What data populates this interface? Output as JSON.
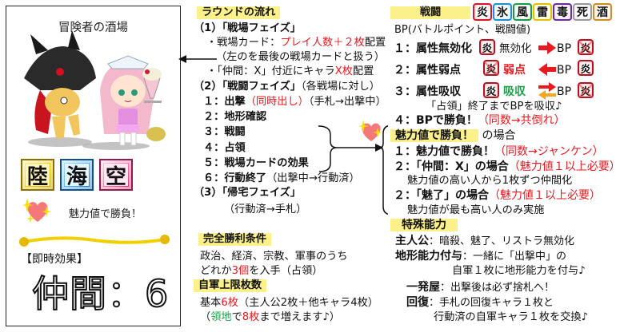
{
  "card": {
    "title": "冒険者の酒場",
    "art_description": "chibi-characters-illustration",
    "terrains": [
      {
        "label": "陸",
        "color": "#e8c800"
      },
      {
        "label": "海",
        "color": "#49a9e6"
      },
      {
        "label": "空",
        "color": "#f4689f"
      }
    ],
    "charm_text": "魅力値で勝負！",
    "effect_label": "【即時効果】",
    "effect_value": "仲間：6"
  },
  "round_flow": {
    "heading": "ラウンドの流れ",
    "phase1": {
      "title": "（1）「戦場フェイズ」",
      "item1_prefix": "・戦場カード：",
      "item1_red": "プレイ人数＋２枚",
      "item1_suffix": "配置",
      "note": "（左のを最後の戦場カードと扱う）",
      "item2_prefix": "・「仲間：X」付近にキャラ",
      "item2_red": "X枚",
      "item2_suffix": "配置"
    },
    "phase2": {
      "title": "（2）「戦闘フェイズ」",
      "title_note": "（各戦場に対し）",
      "steps": [
        {
          "label": "１：出撃",
          "red": "（同時出し）",
          "note": "（手札→出撃中）"
        },
        {
          "label": "２：地形確認"
        },
        {
          "label": "３：戦闘"
        },
        {
          "label": "４：占領"
        },
        {
          "label": "５：戦場カードの効果"
        },
        {
          "label": "６：行動終了",
          "note": "（出撃中→行動済）"
        }
      ]
    },
    "phase3": {
      "title": "（3）「帰宅フェイズ」",
      "note": "（行動済→手札）"
    }
  },
  "victory": {
    "heading": "完全勝利条件",
    "line1": "政治、経済、宗教、軍事のうち",
    "line2_prefix": "どれか",
    "line2_red": "3個",
    "line2_suffix": "を入手（占領）"
  },
  "army_limit": {
    "heading": "自軍上限枚数",
    "line1_prefix": "基本",
    "line1_red": "6枚",
    "line1_suffix": "（主人公2枚＋他キャラ4枚）",
    "line2_prefix": "（",
    "line2_green": "領地",
    "line2_mid": "で",
    "line2_red": "8枚",
    "line2_suffix": "まで増えます♪）"
  },
  "battle": {
    "heading": "戦闘",
    "attributes": [
      {
        "label": "炎",
        "name": "fire",
        "color": "#d8182a"
      },
      {
        "label": "氷",
        "name": "ice",
        "color": "#1f8ed9"
      },
      {
        "label": "風",
        "name": "wind",
        "color": "#1c9a48"
      },
      {
        "label": "雷",
        "name": "thunder",
        "color": "#e0c000"
      },
      {
        "label": "毒",
        "name": "poison",
        "color": "#6a2d9a"
      },
      {
        "label": "死",
        "name": "death",
        "color": "#9a9a9a"
      },
      {
        "label": "酒",
        "name": "wine",
        "color": "#d08a28"
      }
    ],
    "bp_definition": "BP(バトルポイント、戦闘値)",
    "rule1": {
      "label": "１：属性無効化",
      "chip": "炎",
      "effect": "無効化",
      "target": "BP",
      "target_chip": "炎"
    },
    "rule2": {
      "label": "２：属性弱点",
      "chip": "炎",
      "effect": "弱点",
      "target": "BP",
      "target_chip": "炎"
    },
    "rule3": {
      "label": "３：属性吸収",
      "chip": "炎",
      "effect": "吸収",
      "target": "BP",
      "target_chip": "炎"
    },
    "rule3_note": "「占領」終了までBPを吸収♪",
    "rule4_label": "４：BPで勝負！",
    "rule4_red": "（同数→共倒れ）"
  },
  "charm_battle": {
    "heading": "魅力値で勝負！",
    "heading_suffix": "の場合",
    "rule1_label": "１：魅力値で勝負！",
    "rule1_red": "（同数→ジャンケン）",
    "rule2_label": "２：「仲間：X」の場合",
    "rule2_red": "（魅力値１以上必要）",
    "rule2_note": "魅力値の高い人から1枚ずつ仲間化",
    "rule3_label": "２：「魅了」の場合",
    "rule3_red": "（魅力値１以上必要）",
    "rule3_note": "魅力値が最も高い人のみ実施"
  },
  "special": {
    "heading": "特殊能力",
    "items": [
      {
        "label": "主人公",
        "text": "：暗殺、魅了、リストラ無効化"
      },
      {
        "label": "地形能力付与",
        "text": "：一緒に「出撃中」の",
        "text2": "自軍１枚に地形能力を付与♪"
      },
      {
        "label": "一発屋",
        "text": "：出撃後は必ず捨札へ！"
      },
      {
        "label": "回復",
        "text": "：手札の回復キャラ１枚と",
        "text2": "行動済の自軍キャラ１枚を交換♪"
      }
    ]
  },
  "colors": {
    "highlight": "#fbf08a",
    "emphasis_red": "#e8191f",
    "emphasis_green": "#1aa34a"
  }
}
